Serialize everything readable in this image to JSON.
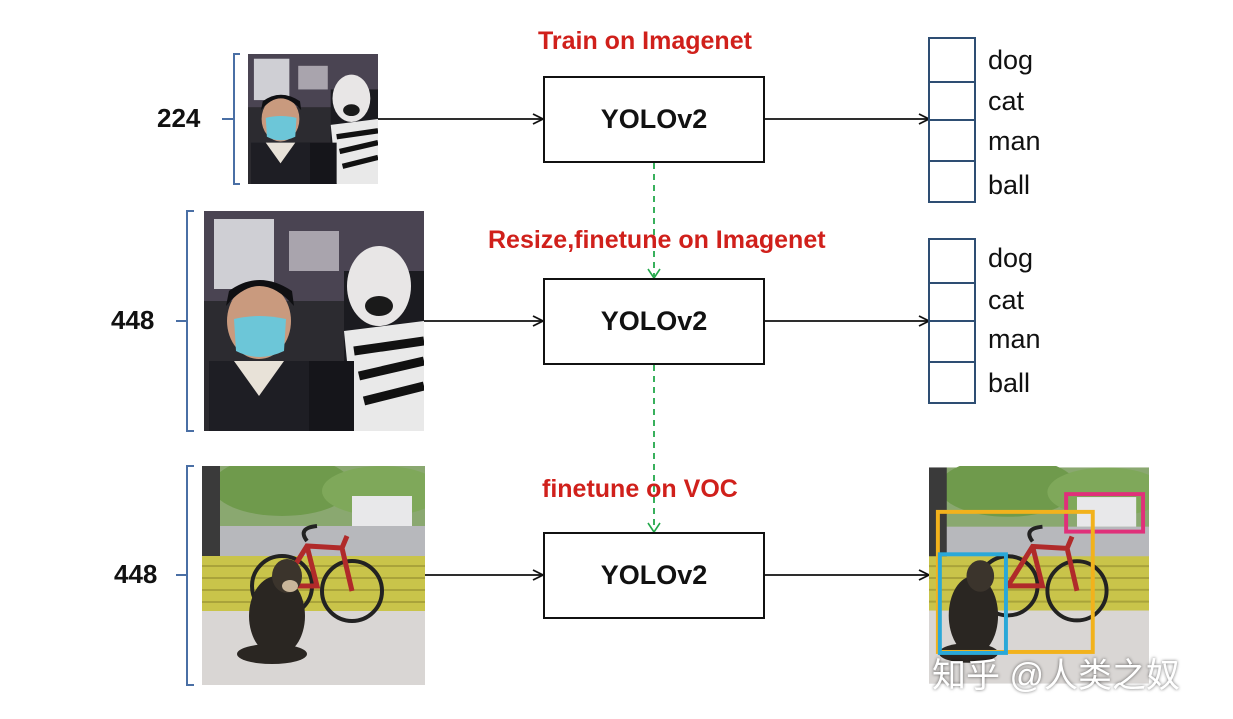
{
  "rows": [
    {
      "size": "224",
      "caption": "Train on Imagenet",
      "model": "YOLOv2",
      "classes": [
        "dog",
        "cat",
        "man",
        "ball"
      ]
    },
    {
      "size": "448",
      "caption": "Resize,finetune on Imagenet",
      "model": "YOLOv2",
      "classes": [
        "dog",
        "cat",
        "man",
        "ball"
      ]
    },
    {
      "size": "448",
      "caption": "finetune on VOC",
      "model": "YOLOv2"
    }
  ],
  "watermark": "知乎 @人类之奴",
  "colors": {
    "caption": "#d0201b",
    "class_cell_border": "#2e4e73",
    "bracket": "#4a6fa5",
    "dashed_arrow": "#22a84a",
    "box_dog": "#2aa8d8",
    "box_bicycle": "#f2b21c",
    "box_car": "#e0307a"
  }
}
